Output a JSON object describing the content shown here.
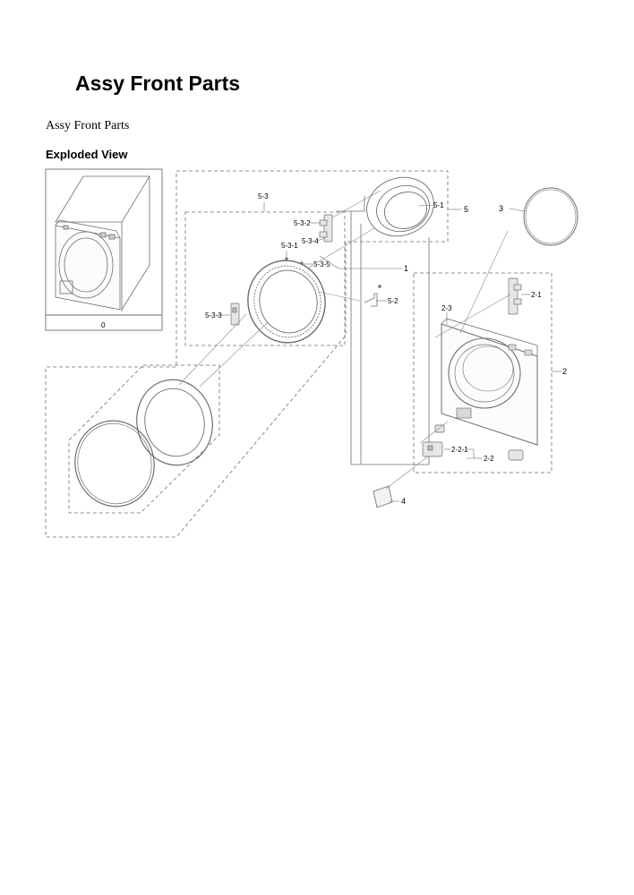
{
  "page": {
    "title": "Assy Front Parts",
    "subtitle": "Assy Front Parts",
    "section_heading": "Exploded View"
  },
  "diagram": {
    "callouts": {
      "c0": "0",
      "c1": "1",
      "c2": "2",
      "c2_1": "2-1",
      "c2_2": "2-2",
      "c2_2_1": "2-2-1",
      "c2_3": "2-3",
      "c3": "3",
      "c4": "4",
      "c5": "5",
      "c5_1": "5-1",
      "c5_2": "5-2",
      "c5_3": "5-3",
      "c5_3_1": "5-3-1",
      "c5_3_2": "5-3-2",
      "c5_3_3": "5-3-3",
      "c5_3_4": "5-3-4",
      "c5_3_5": "5-3-5"
    }
  }
}
